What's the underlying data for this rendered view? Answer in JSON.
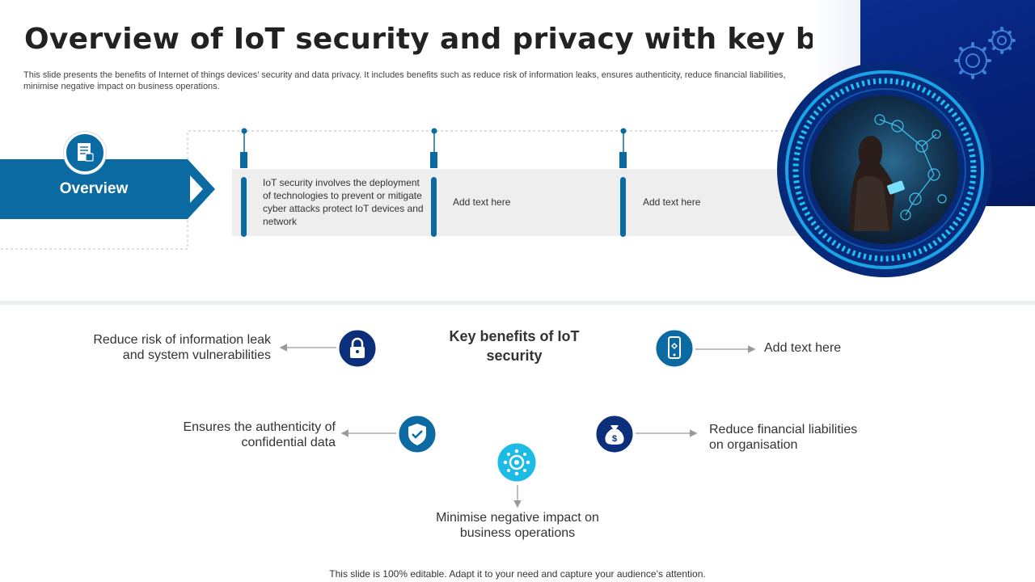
{
  "header": {
    "title": "Overview of IoT security and privacy with key benefits",
    "subtitle": "This slide presents the benefits of Internet of things devices’ security and data privacy.  It includes benefits such as reduce risk of information leaks, ensures authenticity, reduce financial liabilities, minimise negative impact on business operations."
  },
  "overview": {
    "label": "Overview",
    "icon": "document-icon",
    "columns": [
      {
        "text": "IoT security involves  the deployment of technologies to prevent  or mitigate cyber attacks protect IoT devices  and network"
      },
      {
        "text": "Add text here"
      },
      {
        "text": "Add text here"
      }
    ]
  },
  "benefits": {
    "center_label": "Key benefits of IoT security",
    "items": [
      {
        "text": "Reduce risk of information leak and system vulnerabilities",
        "icon": "lock-icon"
      },
      {
        "text": "Ensures the authenticity  of confidential data",
        "icon": "shield-check-icon"
      },
      {
        "text": "Minimise negative impact on business operations",
        "icon": "gear-network-icon"
      },
      {
        "text": "Reduce financial liabilities on organisation",
        "icon": "money-bag-icon"
      },
      {
        "text": "Add text here",
        "icon": "mobile-phone-icon"
      }
    ]
  },
  "footer": "This slide is 100% editable. Adapt it to your need and capture your audience’s attention.",
  "colors": {
    "primary_blue": "#0a6aa1",
    "navy": "#0b2f7a",
    "dark_navy": "#062176",
    "cyan": "#1bbbe6",
    "mid_blue": "#0a7cbf",
    "gray_gap": "#dcdcdc"
  }
}
